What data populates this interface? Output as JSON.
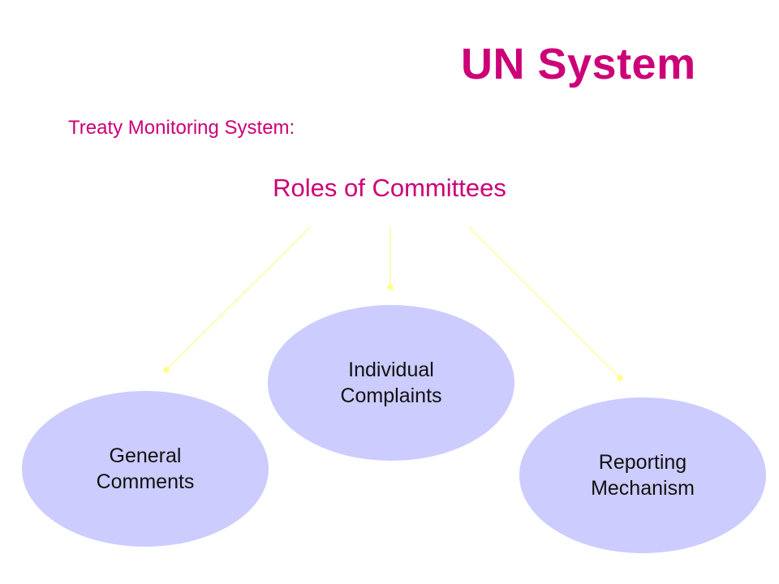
{
  "slide": {
    "title": "UN System",
    "subtitle": "Treaty Monitoring System:",
    "heading": "Roles of Committees"
  },
  "nodes": {
    "individual": "Individual Complaints",
    "general": "General Comments",
    "reporting": "Reporting Mechanism"
  },
  "colors": {
    "title": "#cc0077",
    "node_fill": "#ccccff",
    "arrow": "#ffff99"
  }
}
